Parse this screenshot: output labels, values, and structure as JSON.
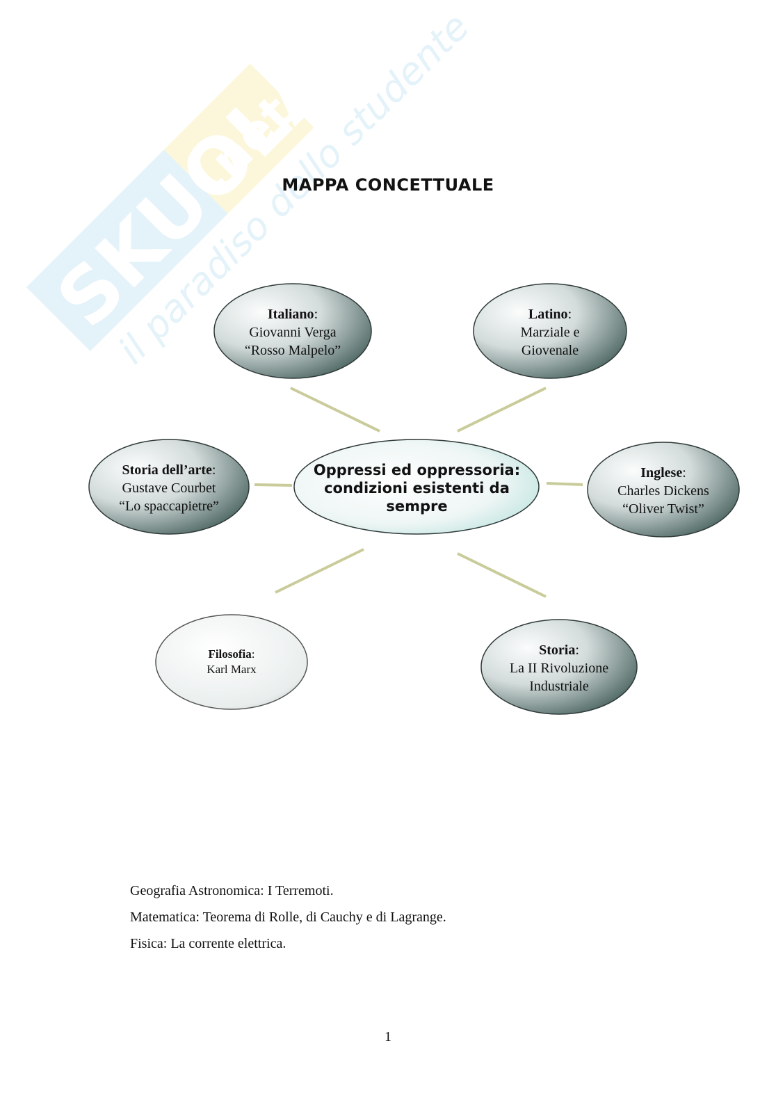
{
  "watermark": {
    "brand": "SKUOLA.net",
    "tagline": "il paradiso dello studente"
  },
  "title": "MAPPA CONCETTUALE",
  "center": {
    "label": "Oppressi ed oppressoria: condizioni esistenti da sempre"
  },
  "nodes": {
    "italiano": {
      "subject": "Italiano",
      "lines": [
        "Giovanni Verga",
        "“Rosso Malpelo”"
      ]
    },
    "latino": {
      "subject": "Latino",
      "lines": [
        "Marziale e",
        "Giovenale"
      ]
    },
    "arte": {
      "subject": "Storia dell’arte",
      "lines": [
        "Gustave Courbet",
        "“Lo spaccapietre”"
      ]
    },
    "inglese": {
      "subject": "Inglese",
      "lines": [
        "Charles Dickens",
        "“Oliver Twist”"
      ]
    },
    "filosofia": {
      "subject": "Filosofia",
      "lines": [
        "Karl Marx"
      ]
    },
    "storia": {
      "subject": "Storia",
      "lines": [
        "La II Rivoluzione",
        "Industriale"
      ]
    }
  },
  "extras": [
    "Geografia Astronomica: I Terremoti.",
    "Matematica: Teorema di Rolle, di Cauchy e di Lagrange.",
    "Fisica: La corrente elettrica."
  ],
  "page_number": "1",
  "colors": {
    "connector": "#c9cc9a",
    "bubble_light": "#f4f7f6",
    "bubble_dark": "#3f5a56",
    "center_tint": "#bfe3df"
  }
}
